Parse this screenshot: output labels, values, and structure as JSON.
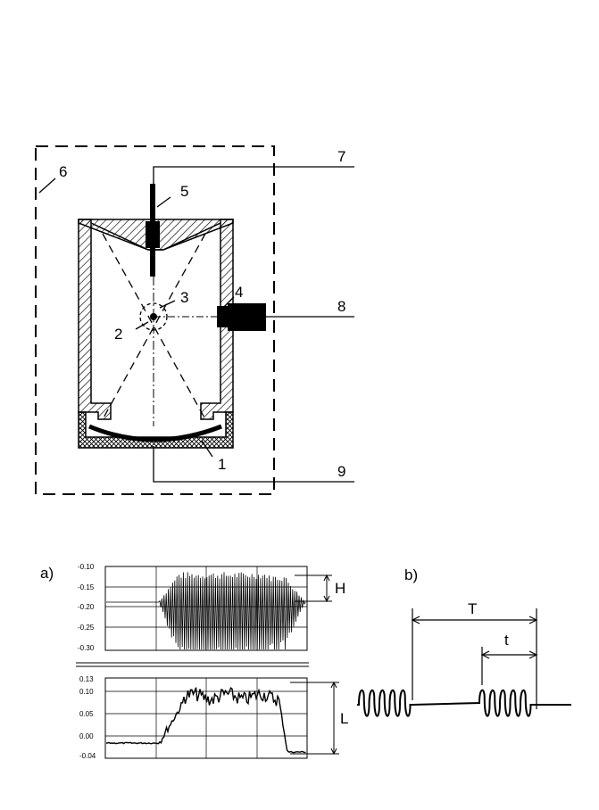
{
  "device": {
    "labels": [
      "1",
      "2",
      "3",
      "4",
      "5",
      "6",
      "7",
      "8",
      "9"
    ]
  },
  "panel_a": {
    "label": "a)",
    "top_ticks": [
      "-0.10",
      "-0.15",
      "-0.20",
      "-0.25",
      "-0.30"
    ],
    "bottom_ticks": [
      "0.13",
      "0.10",
      "0.05",
      "0.00",
      "-0.04"
    ],
    "dim_top": "H",
    "dim_bottom": "L"
  },
  "panel_b": {
    "label": "b)",
    "dim_period": "T",
    "dim_burst": "t"
  }
}
